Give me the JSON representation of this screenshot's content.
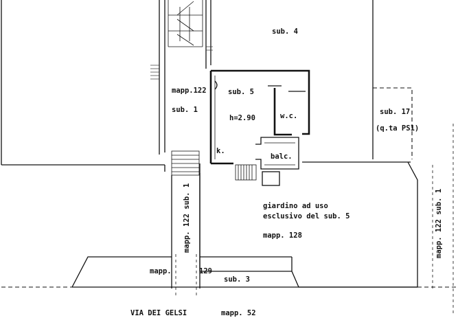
{
  "labels": {
    "sub4": "sub. 4",
    "mapp122_top": "mapp.122",
    "sub1_left": "sub. 1",
    "sub5": "sub. 5",
    "height": "h=2.90",
    "wc": "w.c.",
    "sub17": "sub. 17",
    "qta": "(q.ta PS1)",
    "kitchen": "k.",
    "balcony": "balc.",
    "garden_line1": "giardino ad uso",
    "garden_line2": "esclusivo del sub. 5",
    "mapp128": "mapp. 128",
    "mapp122_sub1_vertical": "mapp. 122 sub. 1",
    "mapp122_sub1_right": "mapp. 122  sub. 1",
    "mapp_bottom": "mapp.",
    "num129": "129",
    "sub3": "sub. 3",
    "street": "VIA  DEI   GELSI",
    "mapp52": "mapp. 52"
  }
}
